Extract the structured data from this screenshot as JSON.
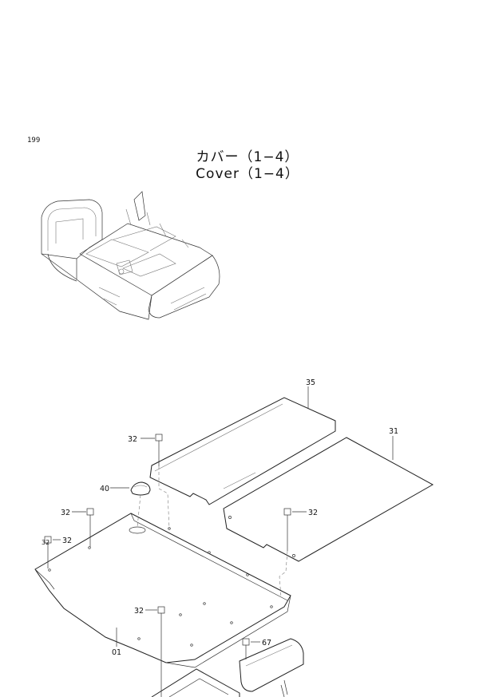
{
  "page": {
    "number": "199"
  },
  "title": {
    "japanese": "カバー（1−4）",
    "english": "Cover（1−4）"
  },
  "callouts": {
    "c35": "35",
    "c31": "31",
    "c32a": "32",
    "c40": "40",
    "c32b": "32",
    "c32c": "32",
    "c32d": "32",
    "c32e": "32",
    "c32f": "32",
    "c01": "01",
    "c67": "67"
  }
}
